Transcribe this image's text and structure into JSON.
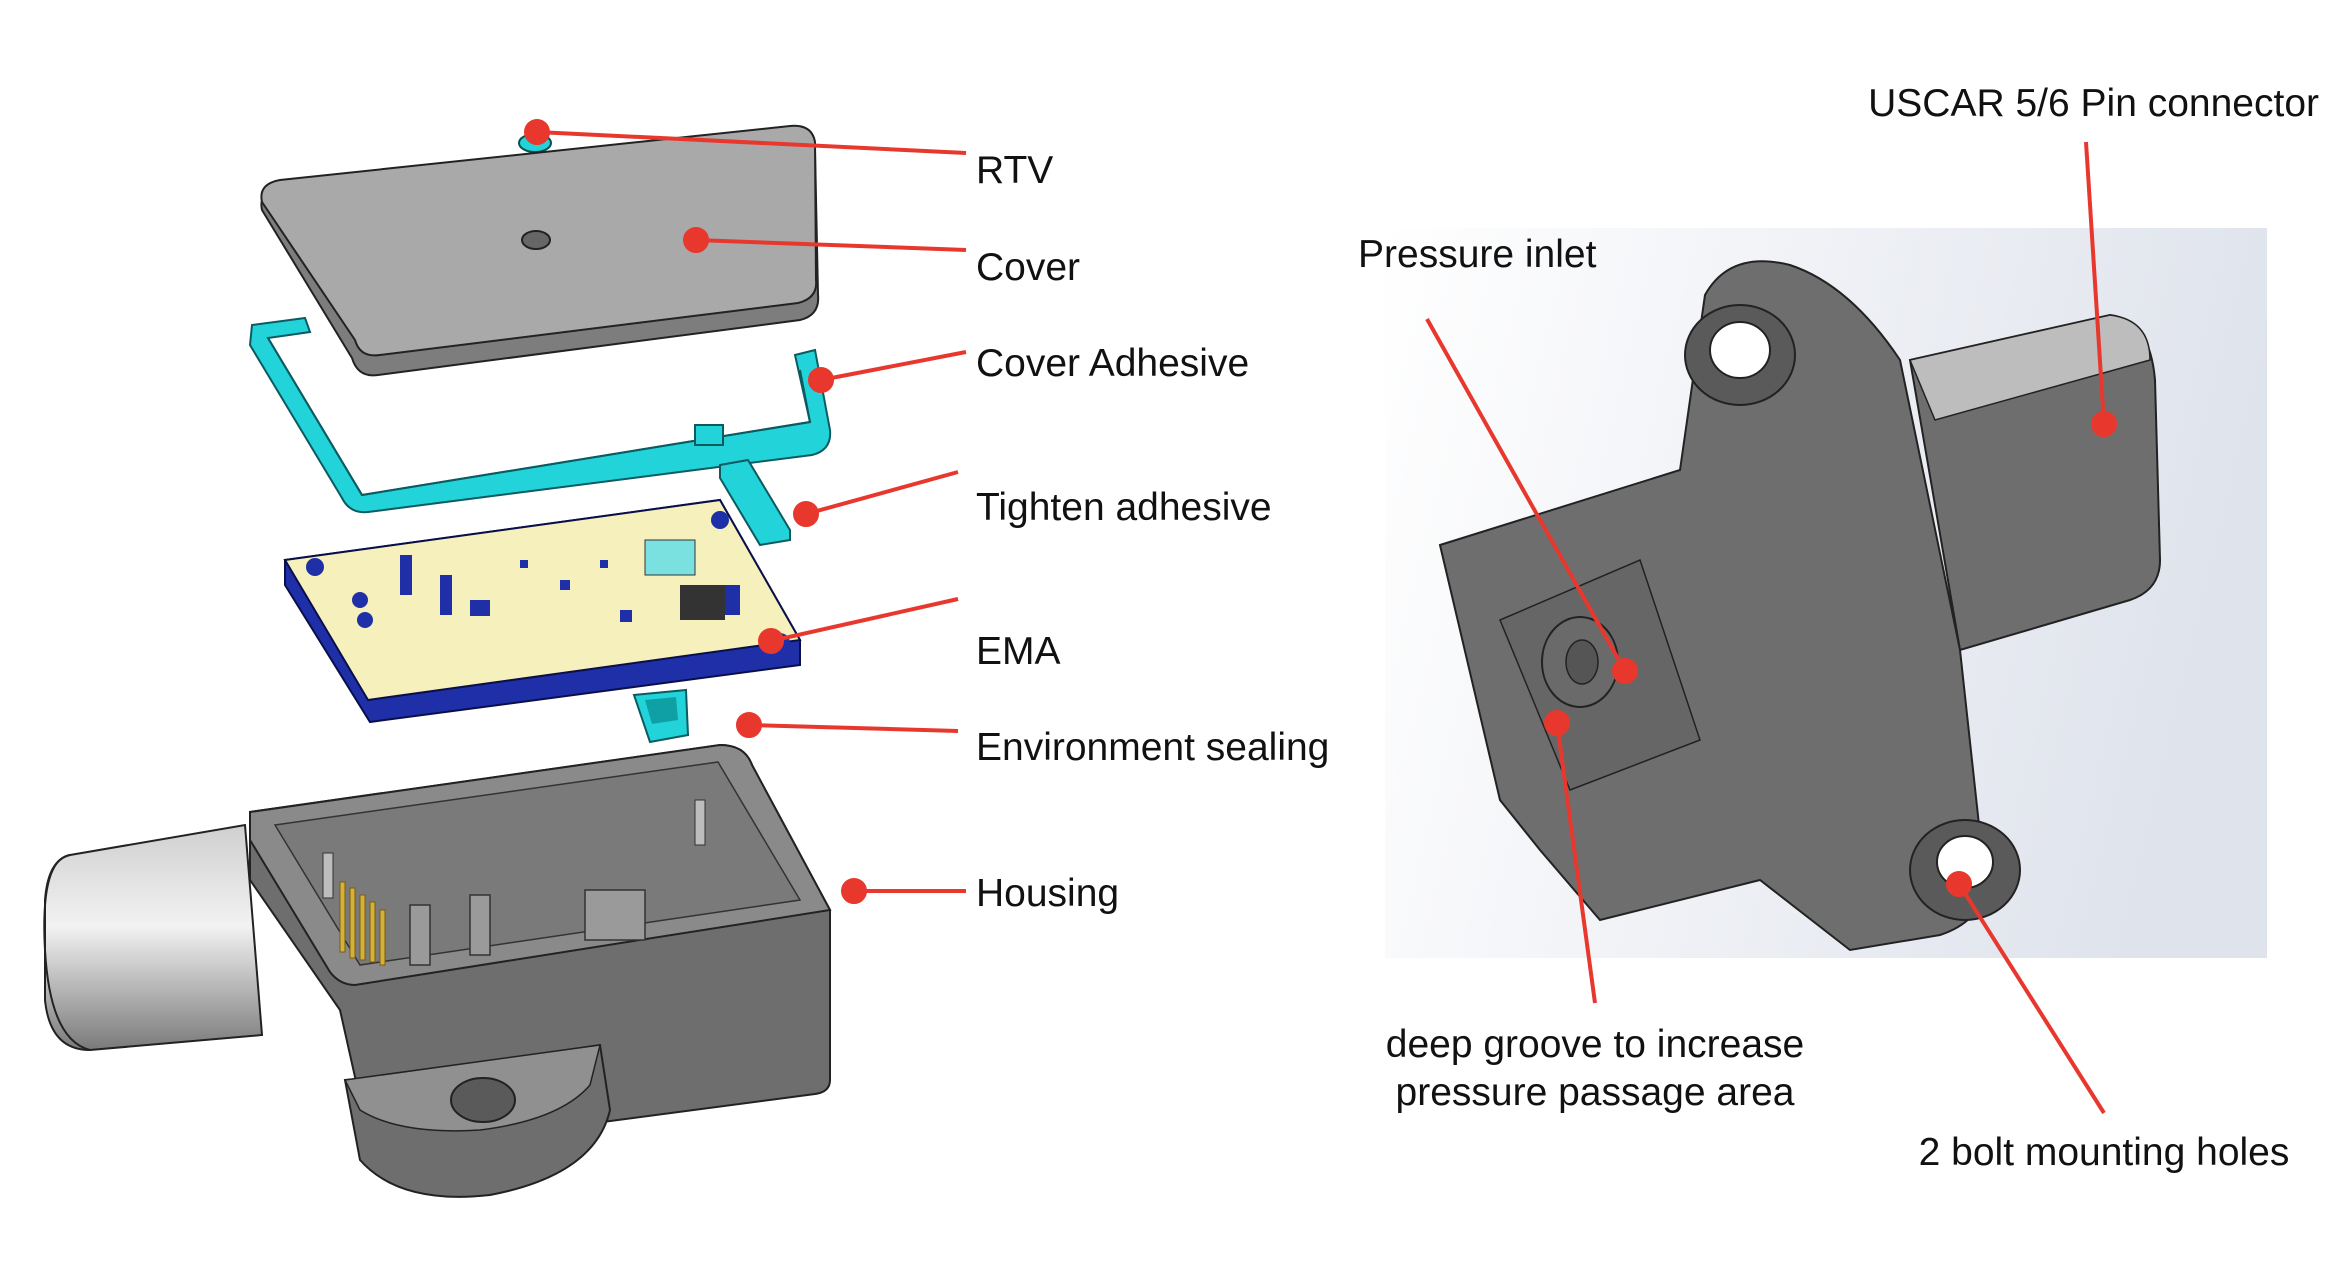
{
  "colors": {
    "leader": "#E8382D",
    "housing": "#6E6E6E",
    "housing_dark": "#4A4A4A",
    "housing_light": "#9A9A9A",
    "cover": "#A9A9A9",
    "adhesive": "#22D3DA",
    "pcb_board": "#F6F0BC",
    "pcb_edge": "#1E2FA8",
    "pin": "#D4B13A",
    "panel_bg_start": "#FFFFFF",
    "panel_bg_end": "#DCE1EC"
  },
  "exploded_view": {
    "labels": [
      {
        "id": "rtv",
        "text": "RTV"
      },
      {
        "id": "cover",
        "text": "Cover"
      },
      {
        "id": "cover-adhesive",
        "text": "Cover Adhesive"
      },
      {
        "id": "tighten-adhesive",
        "text": "Tighten adhesive"
      },
      {
        "id": "ema",
        "text": "EMA"
      },
      {
        "id": "environment-sealing",
        "text": "Environment sealing"
      },
      {
        "id": "housing",
        "text": "Housing"
      }
    ]
  },
  "assembled_view": {
    "labels": {
      "connector": "USCAR 5/6 Pin connector",
      "pressure_inlet": "Pressure inlet",
      "groove_line1": "deep groove to increase",
      "groove_line2": "pressure passage area",
      "mounting": "2 bolt mounting holes"
    }
  }
}
